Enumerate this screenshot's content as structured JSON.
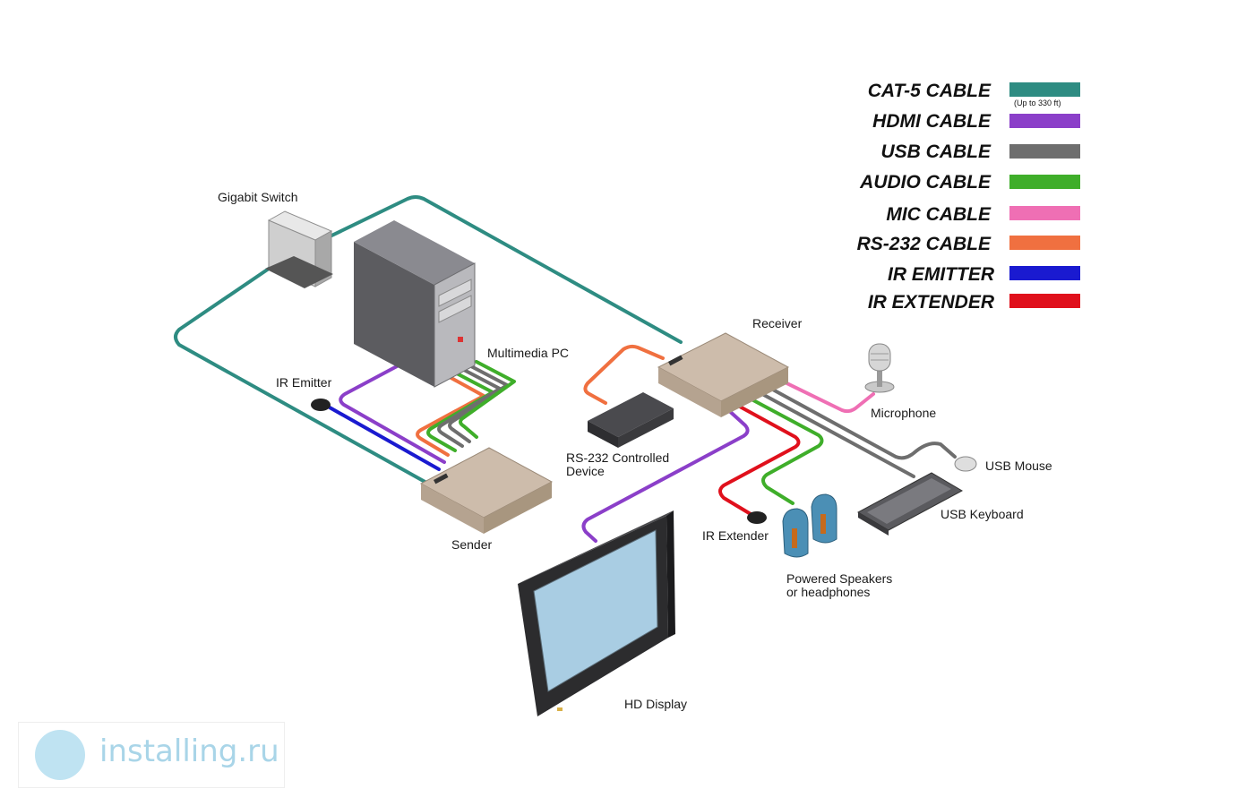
{
  "legend": {
    "items": [
      {
        "label": "CAT-5 CABLE",
        "color": "#2e8c82"
      },
      {
        "label": "HDMI CABLE",
        "color": "#8b3fc9"
      },
      {
        "label": "USB CABLE",
        "color": "#6e6e6e"
      },
      {
        "label": "AUDIO CABLE",
        "color": "#3fae2a"
      },
      {
        "label": "MIC CABLE",
        "color": "#ef6fb4"
      },
      {
        "label": "RS-232 CABLE",
        "color": "#f07040"
      },
      {
        "label": "IR EMITTER",
        "color": "#1a1ad0"
      },
      {
        "label": "IR EXTENDER",
        "color": "#e0101c"
      }
    ],
    "cat5_note": "(Up to 330 ft)"
  },
  "devices": {
    "gigabit_switch": "Gigabit Switch",
    "multimedia_pc": "Multimedia PC",
    "ir_emitter": "IR Emitter",
    "sender": "Sender",
    "receiver": "Receiver",
    "rs232_line1": "RS-232 Controlled",
    "rs232_line2": "Device",
    "microphone": "Microphone",
    "usb_mouse": "USB Mouse",
    "usb_keyboard": "USB Keyboard",
    "ir_extender": "IR Extender",
    "speakers_line1": "Powered Speakers",
    "speakers_line2": "or headphones",
    "hd_display": "HD Display"
  },
  "watermark": {
    "text": "installing.ru"
  }
}
